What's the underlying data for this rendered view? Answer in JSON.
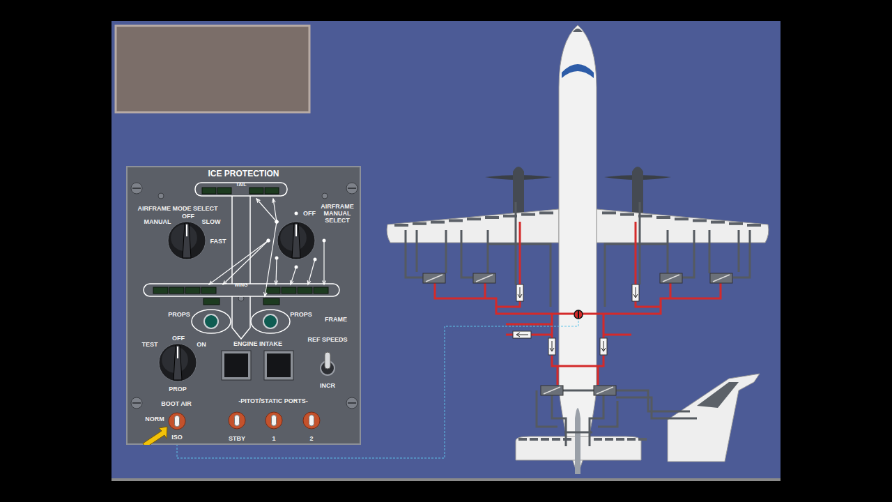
{
  "diagram": {
    "nodes": [
      {
        "text": [
          "ICE PROTECTION"
        ]
      }
    ],
    "labels": [
      "TAIL",
      "AIRFRAME MODE SELECT",
      "MANUAL",
      "OFF",
      "SLOW",
      "FAST",
      "OFF",
      "AIRFRAME MANUAL SELECT",
      "WING",
      "PROPS",
      "PROPS",
      "FRAME",
      "TEST",
      "OFF",
      "ON",
      "PROP",
      "ENGINE INTAKE",
      "REF SPEEDS",
      "INCR",
      "BOOT AIR",
      "NORM",
      "ISO",
      "-PITOT/STATIC PORTS-",
      "STBY",
      "1",
      "2"
    ]
  }
}
